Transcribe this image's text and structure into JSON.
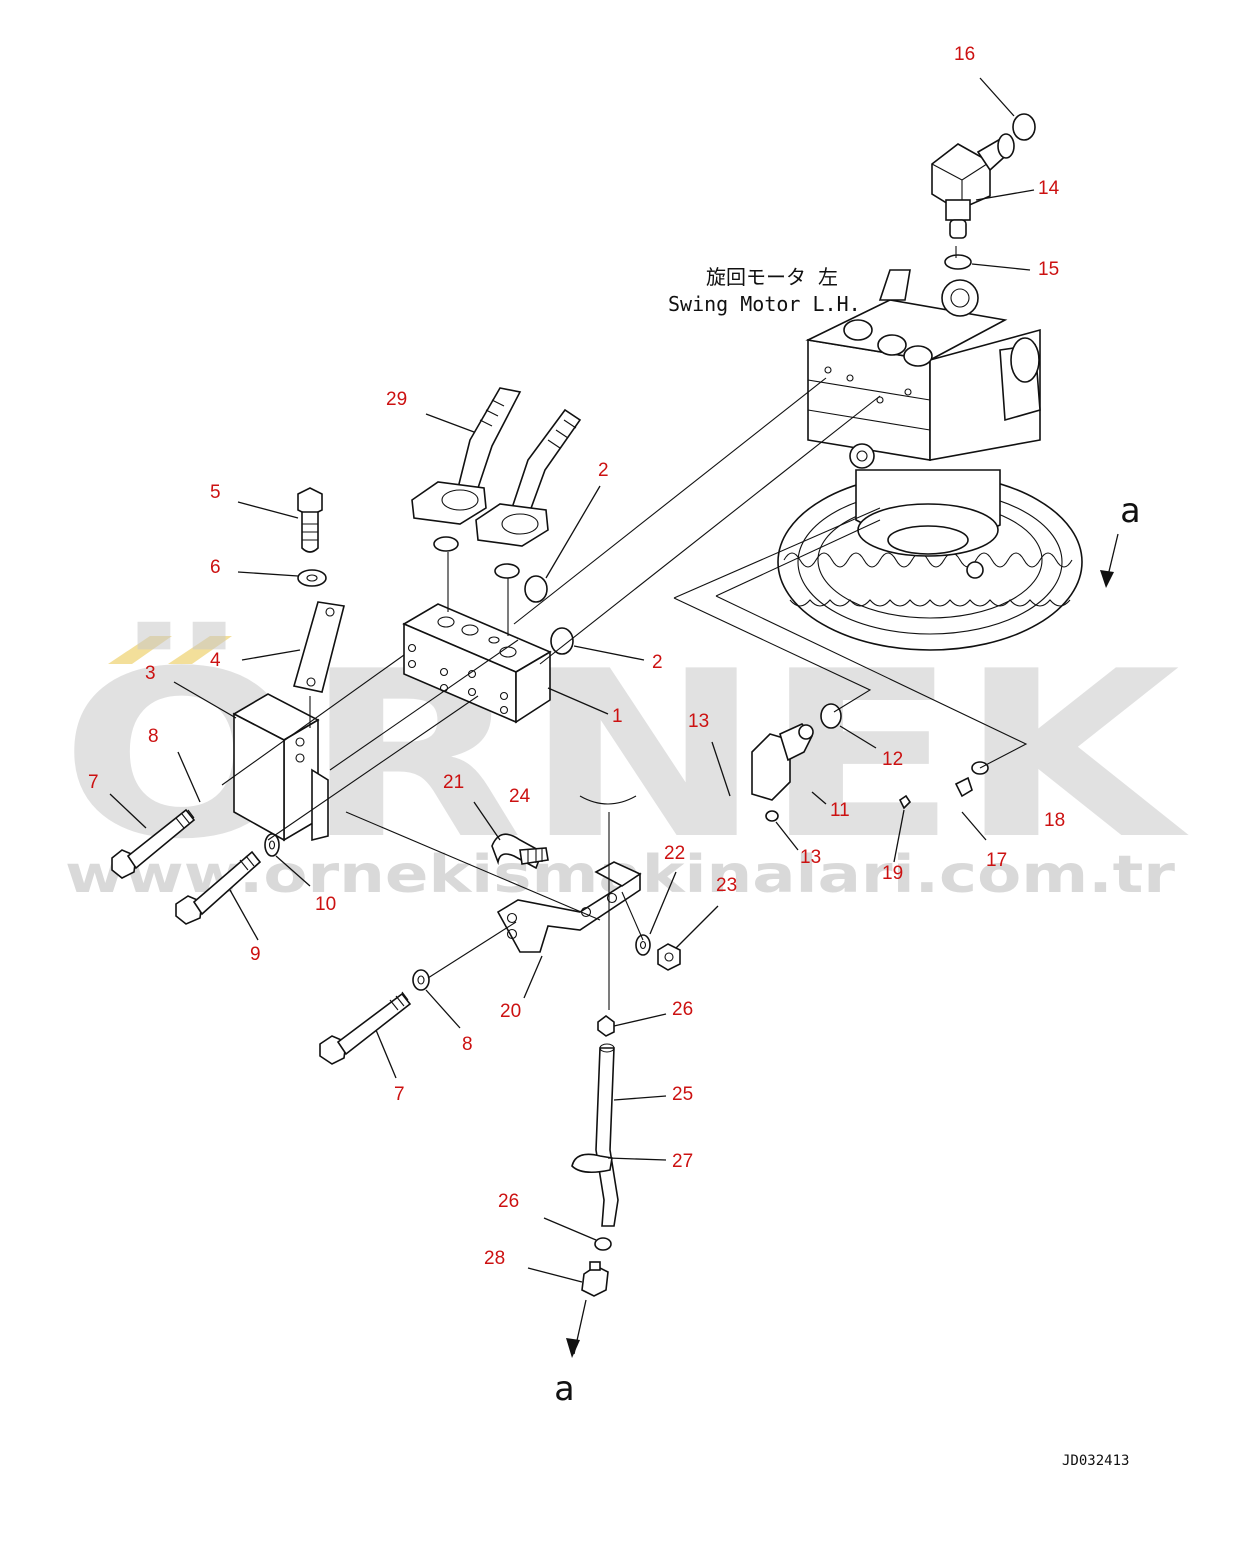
{
  "drawing": {
    "label_jp": "旋回モータ 左",
    "label_en": "Swing Motor L.H.",
    "drawing_code": "JD032413",
    "view_marker_top": "a",
    "view_marker_bottom": "a"
  },
  "watermark": {
    "brand": "ÖRNEK",
    "url": "www.ornekismakinalari.com.tr",
    "accent_color": "#f3df9a"
  },
  "callouts": [
    "16",
    "14",
    "15",
    "29",
    "2",
    "5",
    "6",
    "2",
    "4",
    "3",
    "1",
    "13",
    "12",
    "8",
    "7",
    "21",
    "24",
    "11",
    "18",
    "13",
    "17",
    "19",
    "10",
    "22",
    "23",
    "9",
    "20",
    "26",
    "8",
    "7",
    "25",
    "27",
    "26",
    "28"
  ],
  "colors": {
    "callout_text": "#cc1111",
    "line_art": "#111111"
  }
}
